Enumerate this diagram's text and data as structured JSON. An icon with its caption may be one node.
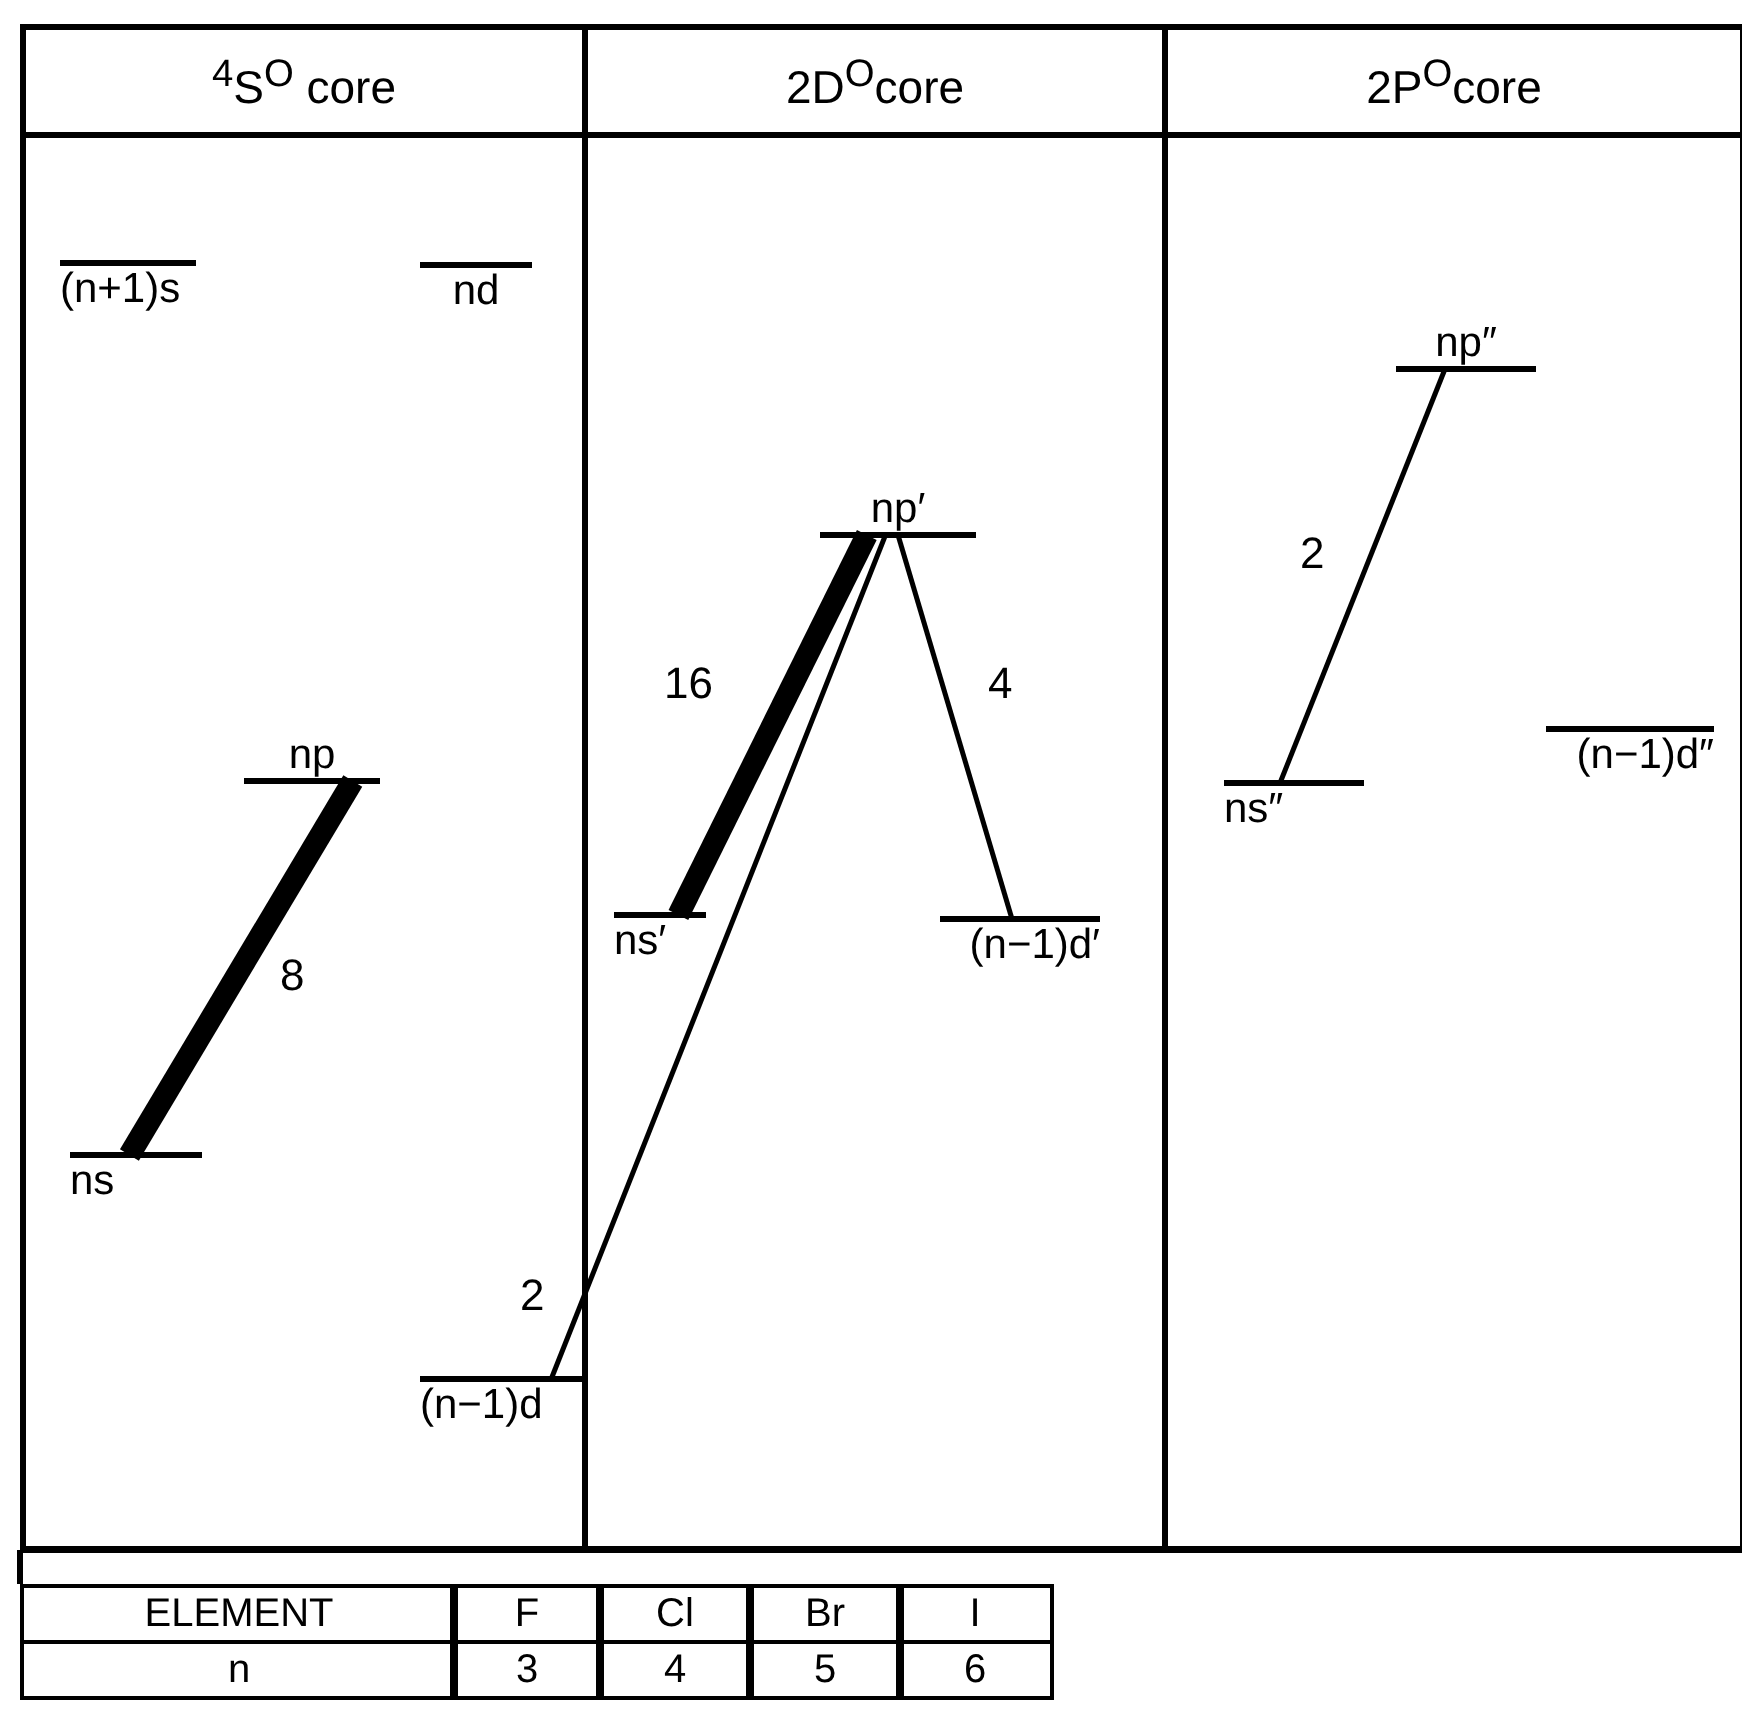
{
  "diagram": {
    "nodes": [
      {
        "text": [
          "$^{4}$S$^{O}$ core"
        ]
      },
      {
        "text": [
          "2D$^{O}$core"
        ]
      },
      {
        "text": [
          "2P$^{O}$core"
        ]
      },
      {
        "text": [
          "(n+1)s"
        ],
        "in": 0
      },
      {
        "text": [
          "nd"
        ],
        "in": 0
      },
      {
        "text": [
          "np"
        ],
        "in": 0
      },
      {
        "text": [
          "ns"
        ],
        "in": 0
      },
      {
        "text": [
          "(n−1)d"
        ],
        "in": 0
      },
      {
        "text": [
          "np′"
        ],
        "in": 1
      },
      {
        "text": [
          "ns′"
        ],
        "in": 1
      },
      {
        "text": [
          "(n−1)d′"
        ],
        "in": 1
      },
      {
        "text": [
          "np″"
        ],
        "in": 2
      },
      {
        "text": [
          "ns″"
        ],
        "in": 2
      },
      {
        "text": [
          "(n−1)d″"
        ],
        "in": 2
      }
    ],
    "edges": [
      {
        "from": 6,
        "to": 5,
        "arrow": "none",
        "label": "8",
        "style": "thick"
      },
      {
        "from": 9,
        "to": 8,
        "arrow": "none",
        "label": "16",
        "style": "thick"
      },
      {
        "from": 8,
        "to": 10,
        "arrow": "none",
        "label": "4"
      },
      {
        "from": 7,
        "to": 8,
        "arrow": "none",
        "label": "2"
      },
      {
        "from": 12,
        "to": 11,
        "arrow": "none",
        "label": "2"
      }
    ],
    "labels": [
      "ELEMENT",
      "F",
      "Cl",
      "Br",
      "I",
      "n",
      "3",
      "4",
      "5",
      "6"
    ]
  }
}
